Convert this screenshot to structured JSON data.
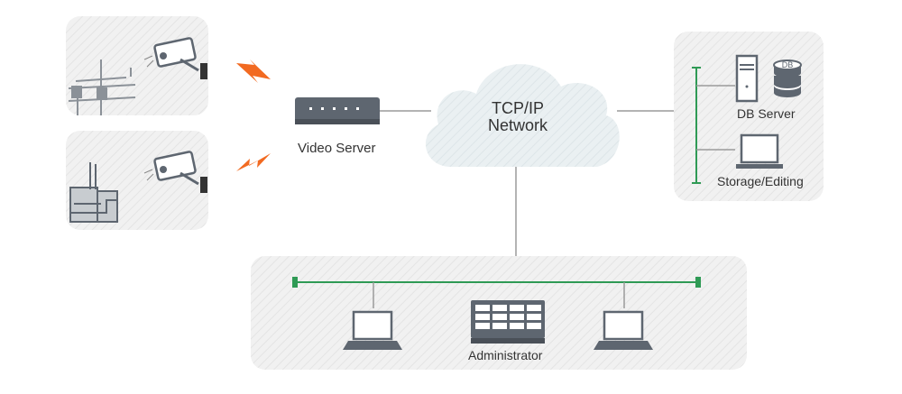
{
  "network": {
    "line1": "TCP/IP",
    "line2": "Network"
  },
  "video_server": {
    "label": "Video Server"
  },
  "db_server": {
    "label": "DB Server",
    "badge": "DB"
  },
  "storage": {
    "label": "Storage/Editing"
  },
  "admin": {
    "label": "Administrator"
  },
  "colors": {
    "panel": "#efefef",
    "hatch": "#e2e2e2",
    "bus": "#2f9a55",
    "link": "#9a9a9a",
    "device": "#5e6670",
    "bolt": "#f26a21",
    "cloud": "#e6ecef"
  }
}
